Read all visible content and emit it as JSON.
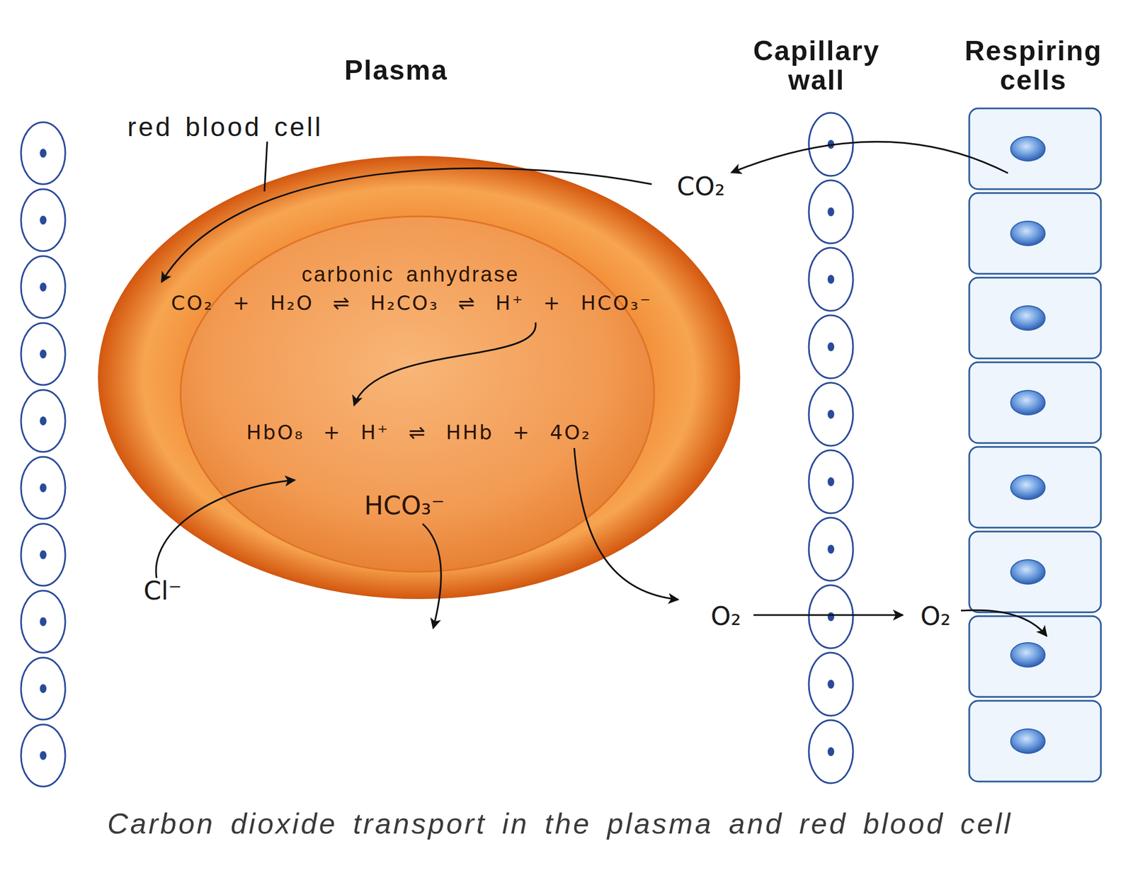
{
  "diagram": {
    "caption": "Carbon dioxide transport in the plasma and red blood cell",
    "nodes": [
      {
        "text": [
          "red blood cell",
          "carbonic anhydrase",
          "CO₂ + H₂O ⇌ H₂CO₃ ⇌ H⁺ + HCO₃⁻",
          "HbO₈ + H⁺ ⇌ HHb + 4O₂",
          "HCO₃⁻"
        ]
      }
    ],
    "labels": [
      "Plasma",
      "Capillary wall",
      "Respiring cells",
      "CO₂",
      "Cl⁻",
      "O₂",
      "O₂"
    ]
  }
}
